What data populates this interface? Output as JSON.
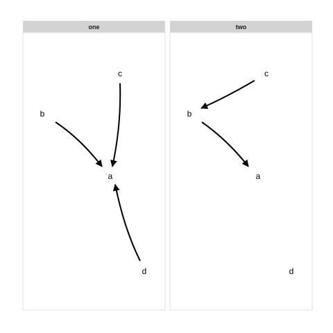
{
  "facets": [
    {
      "label": "one",
      "nodes": [
        {
          "id": "a",
          "label": "a"
        },
        {
          "id": "b",
          "label": "b"
        },
        {
          "id": "c",
          "label": "c"
        },
        {
          "id": "d",
          "label": "d"
        }
      ],
      "edges": [
        {
          "from": "b",
          "to": "a"
        },
        {
          "from": "c",
          "to": "a"
        },
        {
          "from": "d",
          "to": "a"
        }
      ]
    },
    {
      "label": "two",
      "nodes": [
        {
          "id": "a",
          "label": "a"
        },
        {
          "id": "b",
          "label": "b"
        },
        {
          "id": "c",
          "label": "c"
        },
        {
          "id": "d",
          "label": "d"
        }
      ],
      "edges": [
        {
          "from": "c",
          "to": "b"
        },
        {
          "from": "b",
          "to": "a"
        }
      ]
    }
  ],
  "colors": {
    "strip_fill": "#d3d3d3",
    "panel_border": "#e0e0e0",
    "edge": "#000000"
  }
}
